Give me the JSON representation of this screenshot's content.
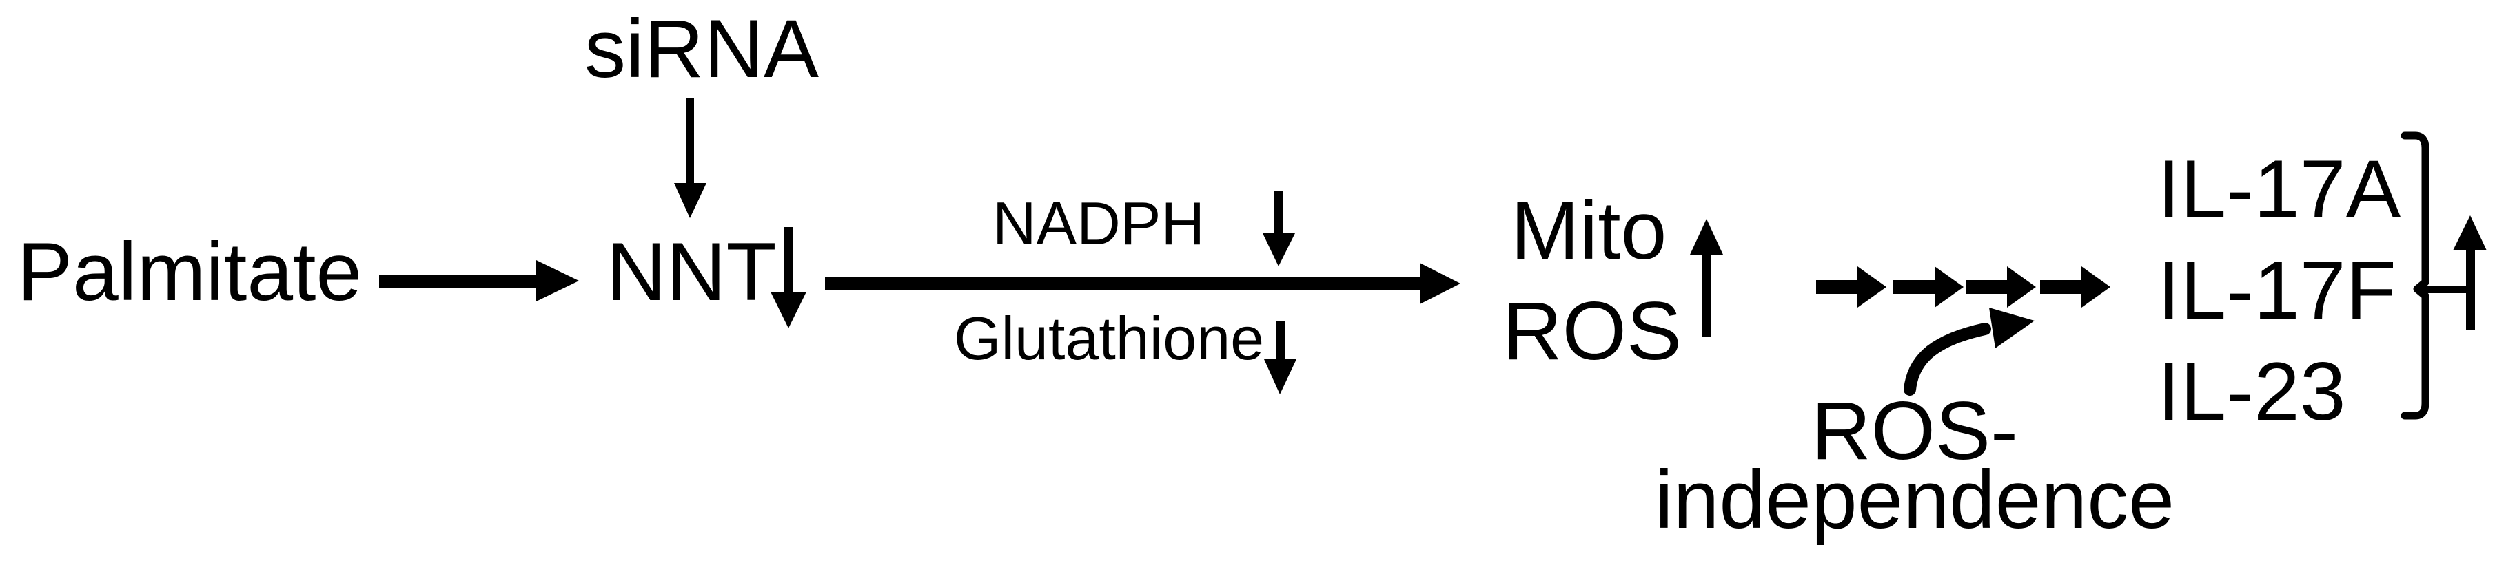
{
  "figure": {
    "type": "pathway-diagram",
    "description_visible_text_only": true
  },
  "labels": {
    "palmitate": "Palmitate",
    "sirna": "siRNA",
    "nnt": "NNT",
    "nadph": "NADPH",
    "glutathione": "Glutathione",
    "mito_ros_line1": "Mito",
    "mito_ros_line2": "ROS",
    "ros_independence_line1": "ROS-",
    "ros_independence_line2": "independence",
    "cytokine_1": "IL-17A",
    "cytokine_2": "IL-17F",
    "cytokine_3": "IL-23"
  },
  "icons": {
    "right_arrow": "→",
    "down_arrow": "↓",
    "up_arrow": "↑",
    "dashed_arrow_chain": "→→→→",
    "curved_up_arrow": "⤴",
    "right_bracket": "]"
  },
  "colors": {
    "ink": "#000000",
    "background": "#ffffff"
  }
}
